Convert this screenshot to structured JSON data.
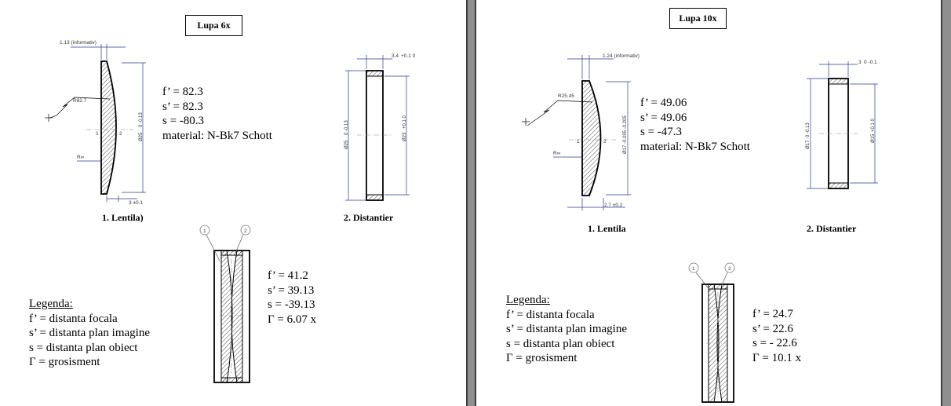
{
  "left": {
    "title": "Lupa 6x",
    "lens_caption": "1. Lentila)",
    "spacer_caption": "2. Distantier",
    "lens_dims": {
      "thickness": "1.13 (informativ)",
      "radius": "R82.7",
      "plane_radius": "R∞",
      "diameter": "Ø25",
      "diameter_tol": "0 -0.13",
      "edge": "3 ±0.1",
      "face1": "1",
      "face2": "2"
    },
    "lens_spec": [
      "f’ = 82.3",
      "s’ = 82.3",
      "s = -80.3",
      "material: N-Bk7 Schott"
    ],
    "spacer_dims": {
      "width": "3.4",
      "width_tol": "+0.1 0",
      "outer": "Ø25",
      "outer_tol": "0 -0.13",
      "inner": "Ø23",
      "inner_tol": "+0.1 0"
    },
    "assembly": {
      "callout1": "1",
      "callout2": "2"
    },
    "assembly_spec": [
      "f’ =  41.2",
      "s’ = 39.13",
      "s = -39.13",
      "Γ =    6.07 x"
    ],
    "legend": {
      "heading": "Legenda:",
      "items": [
        "f’ = distanta focala",
        "s’ = distanta plan imagine",
        "s  = distanta plan obiect",
        "Γ = grosisment"
      ]
    }
  },
  "right": {
    "title": "Lupa 10x",
    "lens_caption": "1. Lentila",
    "spacer_caption": "2. Distantier",
    "lens_dims": {
      "thickness": "1.24 (informativ)",
      "radius": "R25.45",
      "plane_radius": "R∞",
      "diameter": "Ø17",
      "diameter_tol": "-0.095 -0.205",
      "edge": "2.7 ±0.2",
      "face1": "1",
      "face2": "2"
    },
    "lens_spec": [
      "f’ = 49.06",
      "s’ = 49.06",
      "s = -47.3",
      "material: N-Bk7 Schott"
    ],
    "spacer_dims": {
      "width": "3",
      "width_tol": "0 -0.1",
      "outer": "Ø17",
      "outer_tol": "0 -0.13",
      "inner": "Ø15",
      "inner_tol": "+0.1 0"
    },
    "assembly": {
      "callout1": "1",
      "callout2": "2"
    },
    "assembly_spec": [
      "f’ =  24.7",
      "s’ = 22.6",
      "s = - 22.6",
      "Γ =   10.1 x"
    ],
    "legend": {
      "heading": "Legenda:",
      "items": [
        "f’ = distanta focala",
        "s’ = distanta plan imagine",
        "s  = distanta plan obiect",
        "Γ = grosisment"
      ]
    }
  }
}
